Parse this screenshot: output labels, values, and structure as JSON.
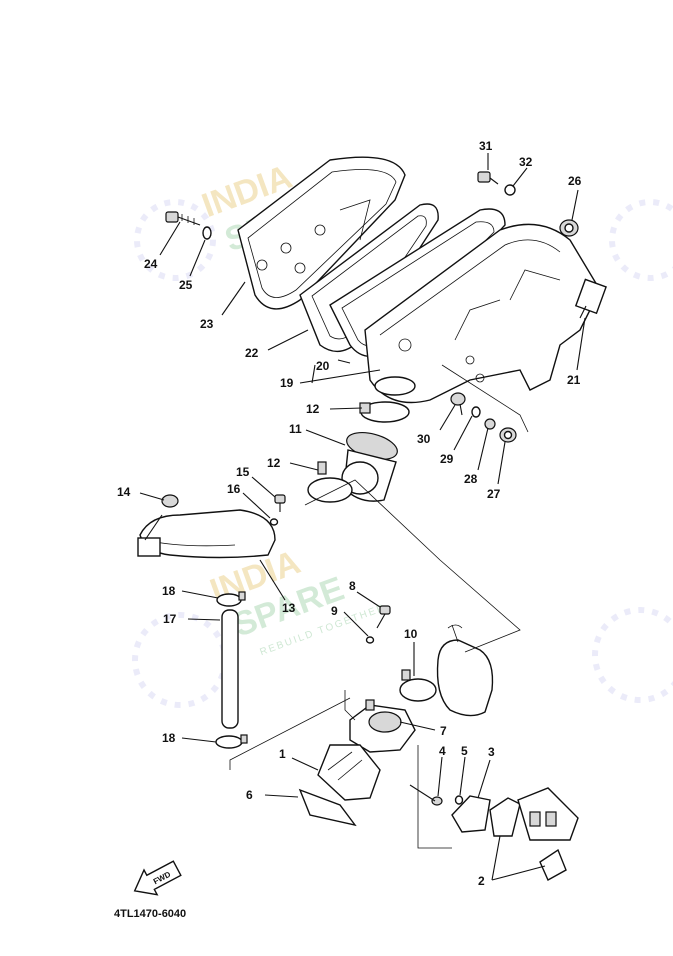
{
  "diagram_code": "4TL1470-6040",
  "fwd_label": "FWD",
  "watermark": {
    "line1": "INDIA",
    "line2": "SPARE",
    "tagline": "REBUILD TOGETHER"
  },
  "callouts": [
    {
      "id": "1",
      "label": "1"
    },
    {
      "id": "2",
      "label": "2"
    },
    {
      "id": "3",
      "label": "3"
    },
    {
      "id": "4",
      "label": "4"
    },
    {
      "id": "5",
      "label": "5"
    },
    {
      "id": "6",
      "label": "6"
    },
    {
      "id": "7",
      "label": "7"
    },
    {
      "id": "8",
      "label": "8"
    },
    {
      "id": "9",
      "label": "9"
    },
    {
      "id": "10",
      "label": "10"
    },
    {
      "id": "11",
      "label": "11"
    },
    {
      "id": "12a",
      "label": "12"
    },
    {
      "id": "12b",
      "label": "12"
    },
    {
      "id": "13",
      "label": "13"
    },
    {
      "id": "14",
      "label": "14"
    },
    {
      "id": "15",
      "label": "15"
    },
    {
      "id": "16",
      "label": "16"
    },
    {
      "id": "17",
      "label": "17"
    },
    {
      "id": "18a",
      "label": "18"
    },
    {
      "id": "18b",
      "label": "18"
    },
    {
      "id": "19",
      "label": "19"
    },
    {
      "id": "20",
      "label": "20"
    },
    {
      "id": "21",
      "label": "21"
    },
    {
      "id": "22",
      "label": "22"
    },
    {
      "id": "23",
      "label": "23"
    },
    {
      "id": "24",
      "label": "24"
    },
    {
      "id": "25",
      "label": "25"
    },
    {
      "id": "26",
      "label": "26"
    },
    {
      "id": "27",
      "label": "27"
    },
    {
      "id": "28",
      "label": "28"
    },
    {
      "id": "29",
      "label": "29"
    },
    {
      "id": "30",
      "label": "30"
    },
    {
      "id": "31",
      "label": "31"
    },
    {
      "id": "32",
      "label": "32"
    }
  ]
}
